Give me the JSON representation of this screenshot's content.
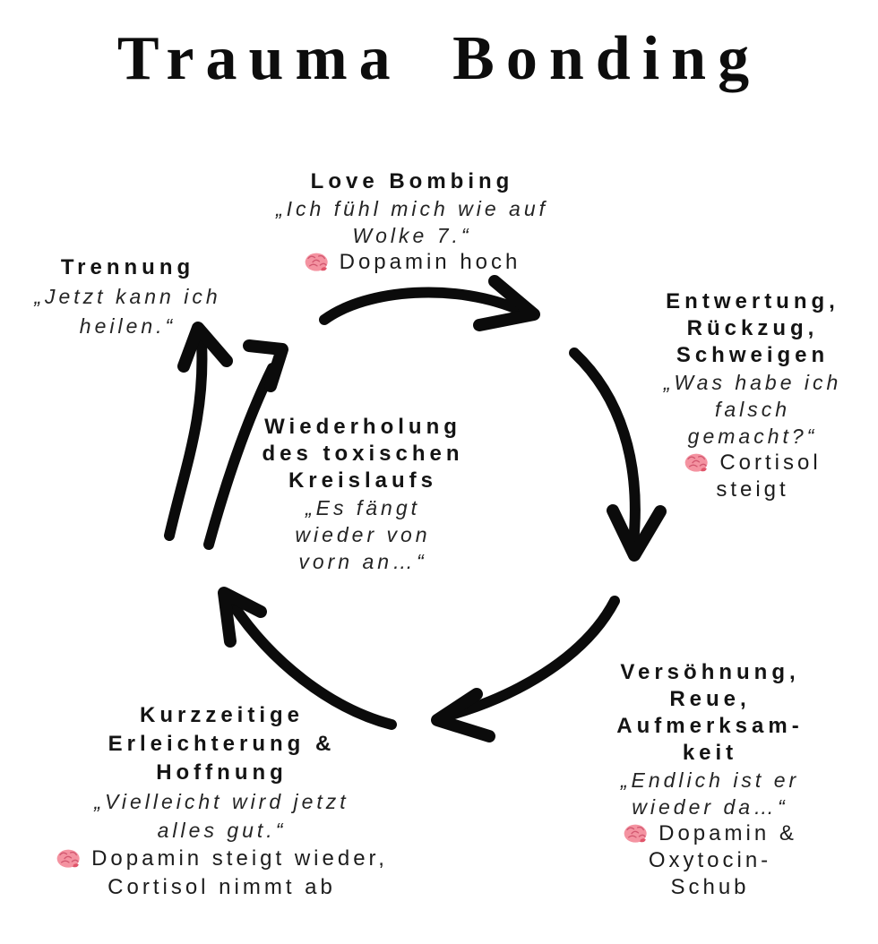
{
  "title": "Trauma Bonding",
  "colors": {
    "text": "#141414",
    "arrow": "#0b0b0b",
    "brain_fill": "#f493a1",
    "brain_detail": "#d25870"
  },
  "stages": {
    "love_bombing": {
      "title_lines": [
        "Love Bombing"
      ],
      "quote_lines": [
        "„Ich fühl mich wie auf",
        "Wolke 7.“"
      ],
      "effect_lines": [
        "Dopamin hoch"
      ]
    },
    "entwertung": {
      "title_lines": [
        "Entwertung,",
        "Rückzug,",
        "Schweigen"
      ],
      "quote_lines": [
        "„Was habe ich",
        "falsch",
        "gemacht?“"
      ],
      "effect_lines": [
        "Cortisol",
        "steigt"
      ]
    },
    "versoehnung": {
      "title_lines": [
        "Versöhnung,",
        "Reue,",
        "Aufmerksam-",
        "keit"
      ],
      "quote_lines": [
        "„Endlich ist er",
        "wieder da…“"
      ],
      "effect_lines": [
        "Dopamin &",
        "Oxytocin-",
        "Schub"
      ]
    },
    "kurzzeitige": {
      "title_lines": [
        "Kurzzeitige",
        "Erleichterung &",
        "Hoffnung"
      ],
      "quote_lines": [
        "„Vielleicht wird jetzt",
        "alles gut.“"
      ],
      "effect_lines": [
        "Dopamin steigt wieder,",
        "Cortisol nimmt ab"
      ]
    },
    "trennung": {
      "title_lines": [
        "Trennung"
      ],
      "quote_lines": [
        "„Jetzt kann ich",
        "heilen.“"
      ]
    },
    "wiederholung": {
      "title_lines": [
        "Wiederholung",
        "des toxischen",
        "Kreislaufs"
      ],
      "quote_lines": [
        "„Es fängt",
        "wieder von",
        "vorn an…“"
      ]
    }
  }
}
